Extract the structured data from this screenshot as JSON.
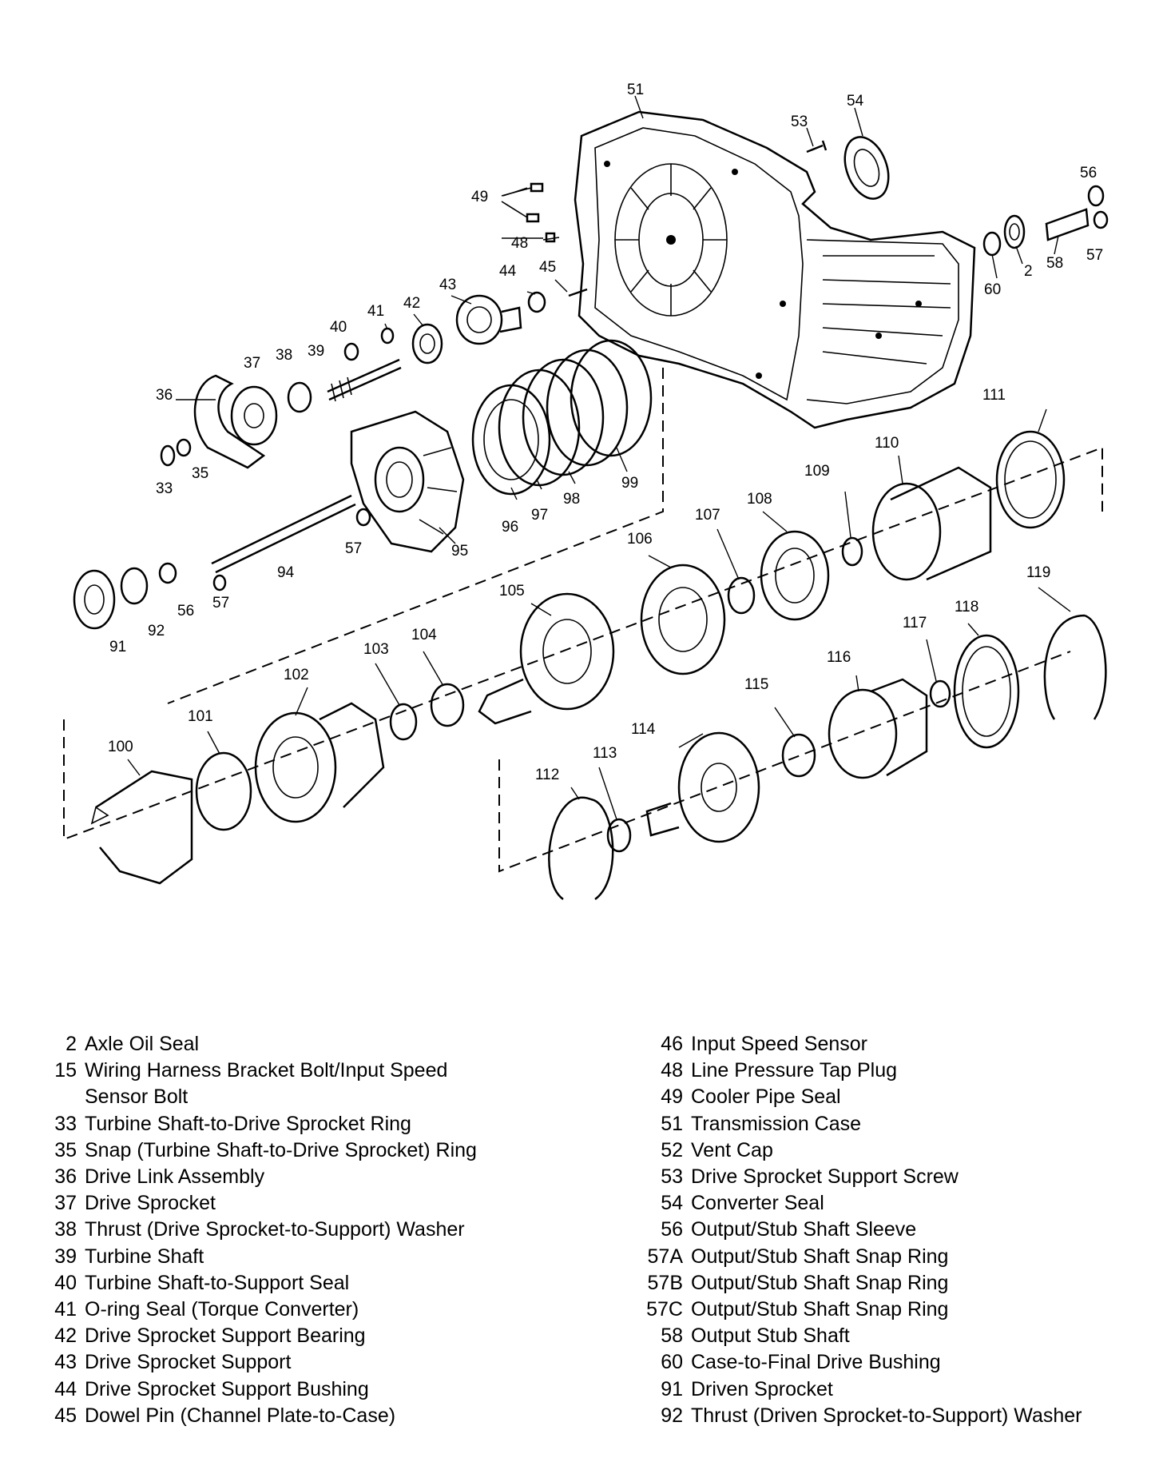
{
  "diagram": {
    "callouts": [
      {
        "id": "c51",
        "text": "51"
      },
      {
        "id": "c54",
        "text": "54"
      },
      {
        "id": "c53",
        "text": "53"
      },
      {
        "id": "c56a",
        "text": "56"
      },
      {
        "id": "c49",
        "text": "49"
      },
      {
        "id": "c48",
        "text": "48"
      },
      {
        "id": "c2",
        "text": "2"
      },
      {
        "id": "c58",
        "text": "58"
      },
      {
        "id": "c57a",
        "text": "57"
      },
      {
        "id": "c60",
        "text": "60"
      },
      {
        "id": "c41",
        "text": "41"
      },
      {
        "id": "c42",
        "text": "42"
      },
      {
        "id": "c43",
        "text": "43"
      },
      {
        "id": "c44",
        "text": "44"
      },
      {
        "id": "c45",
        "text": "45"
      },
      {
        "id": "c40",
        "text": "40"
      },
      {
        "id": "c39",
        "text": "39"
      },
      {
        "id": "c38",
        "text": "38"
      },
      {
        "id": "c37",
        "text": "37"
      },
      {
        "id": "c36",
        "text": "36"
      },
      {
        "id": "c33",
        "text": "33"
      },
      {
        "id": "c35",
        "text": "35"
      },
      {
        "id": "c96",
        "text": "96"
      },
      {
        "id": "c97",
        "text": "97"
      },
      {
        "id": "c98",
        "text": "98"
      },
      {
        "id": "c99",
        "text": "99"
      },
      {
        "id": "c95",
        "text": "95"
      },
      {
        "id": "c94",
        "text": "94"
      },
      {
        "id": "c57b",
        "text": "57"
      },
      {
        "id": "c57c",
        "text": "57"
      },
      {
        "id": "c56b",
        "text": "56"
      },
      {
        "id": "c92",
        "text": "92"
      },
      {
        "id": "c91",
        "text": "91"
      },
      {
        "id": "c111",
        "text": "111"
      },
      {
        "id": "c110",
        "text": "110"
      },
      {
        "id": "c109",
        "text": "109"
      },
      {
        "id": "c108",
        "text": "108"
      },
      {
        "id": "c107",
        "text": "107"
      },
      {
        "id": "c106",
        "text": "106"
      },
      {
        "id": "c105",
        "text": "105"
      },
      {
        "id": "c119",
        "text": "119"
      },
      {
        "id": "c118",
        "text": "118"
      },
      {
        "id": "c117",
        "text": "117"
      },
      {
        "id": "c116",
        "text": "116"
      },
      {
        "id": "c115",
        "text": "115"
      },
      {
        "id": "c114",
        "text": "114"
      },
      {
        "id": "c113",
        "text": "113"
      },
      {
        "id": "c112",
        "text": "112"
      },
      {
        "id": "c104",
        "text": "104"
      },
      {
        "id": "c103",
        "text": "103"
      },
      {
        "id": "c102",
        "text": "102"
      },
      {
        "id": "c101",
        "text": "101"
      },
      {
        "id": "c100",
        "text": "100"
      }
    ]
  },
  "legend": {
    "left": [
      {
        "num": "2",
        "desc": "Axle Oil Seal"
      },
      {
        "num": "15",
        "desc": "Wiring Harness Bracket Bolt/Input Speed"
      },
      {
        "num": "",
        "desc": "Sensor Bolt"
      },
      {
        "num": "33",
        "desc": "Turbine Shaft-to-Drive Sprocket Ring"
      },
      {
        "num": "35",
        "desc": "Snap (Turbine Shaft-to-Drive Sprocket) Ring"
      },
      {
        "num": "36",
        "desc": "Drive Link Assembly"
      },
      {
        "num": "37",
        "desc": "Drive Sprocket"
      },
      {
        "num": "38",
        "desc": "Thrust (Drive Sprocket-to-Support) Washer"
      },
      {
        "num": "39",
        "desc": "Turbine Shaft"
      },
      {
        "num": "40",
        "desc": "Turbine Shaft-to-Support Seal"
      },
      {
        "num": "41",
        "desc": "O-ring Seal (Torque Converter)"
      },
      {
        "num": "42",
        "desc": "Drive Sprocket Support Bearing"
      },
      {
        "num": "43",
        "desc": "Drive Sprocket Support"
      },
      {
        "num": "44",
        "desc": "Drive Sprocket Support Bushing"
      },
      {
        "num": "45",
        "desc": "Dowel Pin (Channel Plate-to-Case)"
      }
    ],
    "right": [
      {
        "num": "46",
        "desc": "Input Speed Sensor"
      },
      {
        "num": "48",
        "desc": "Line Pressure Tap Plug"
      },
      {
        "num": "49",
        "desc": "Cooler Pipe Seal"
      },
      {
        "num": "51",
        "desc": "Transmission Case"
      },
      {
        "num": "52",
        "desc": "Vent Cap"
      },
      {
        "num": "53",
        "desc": "Drive Sprocket Support Screw"
      },
      {
        "num": "54",
        "desc": "Converter Seal"
      },
      {
        "num": "56",
        "desc": "Output/Stub Shaft Sleeve"
      },
      {
        "num": "57A",
        "desc": "Output/Stub Shaft Snap Ring"
      },
      {
        "num": "57B",
        "desc": "Output/Stub Shaft Snap Ring"
      },
      {
        "num": "57C",
        "desc": "Output/Stub Shaft Snap Ring"
      },
      {
        "num": "58",
        "desc": "Output Stub Shaft"
      },
      {
        "num": "60",
        "desc": "Case-to-Final Drive Bushing"
      },
      {
        "num": "91",
        "desc": "Driven Sprocket"
      },
      {
        "num": "92",
        "desc": "Thrust (Driven Sprocket-to-Support) Washer"
      }
    ]
  }
}
